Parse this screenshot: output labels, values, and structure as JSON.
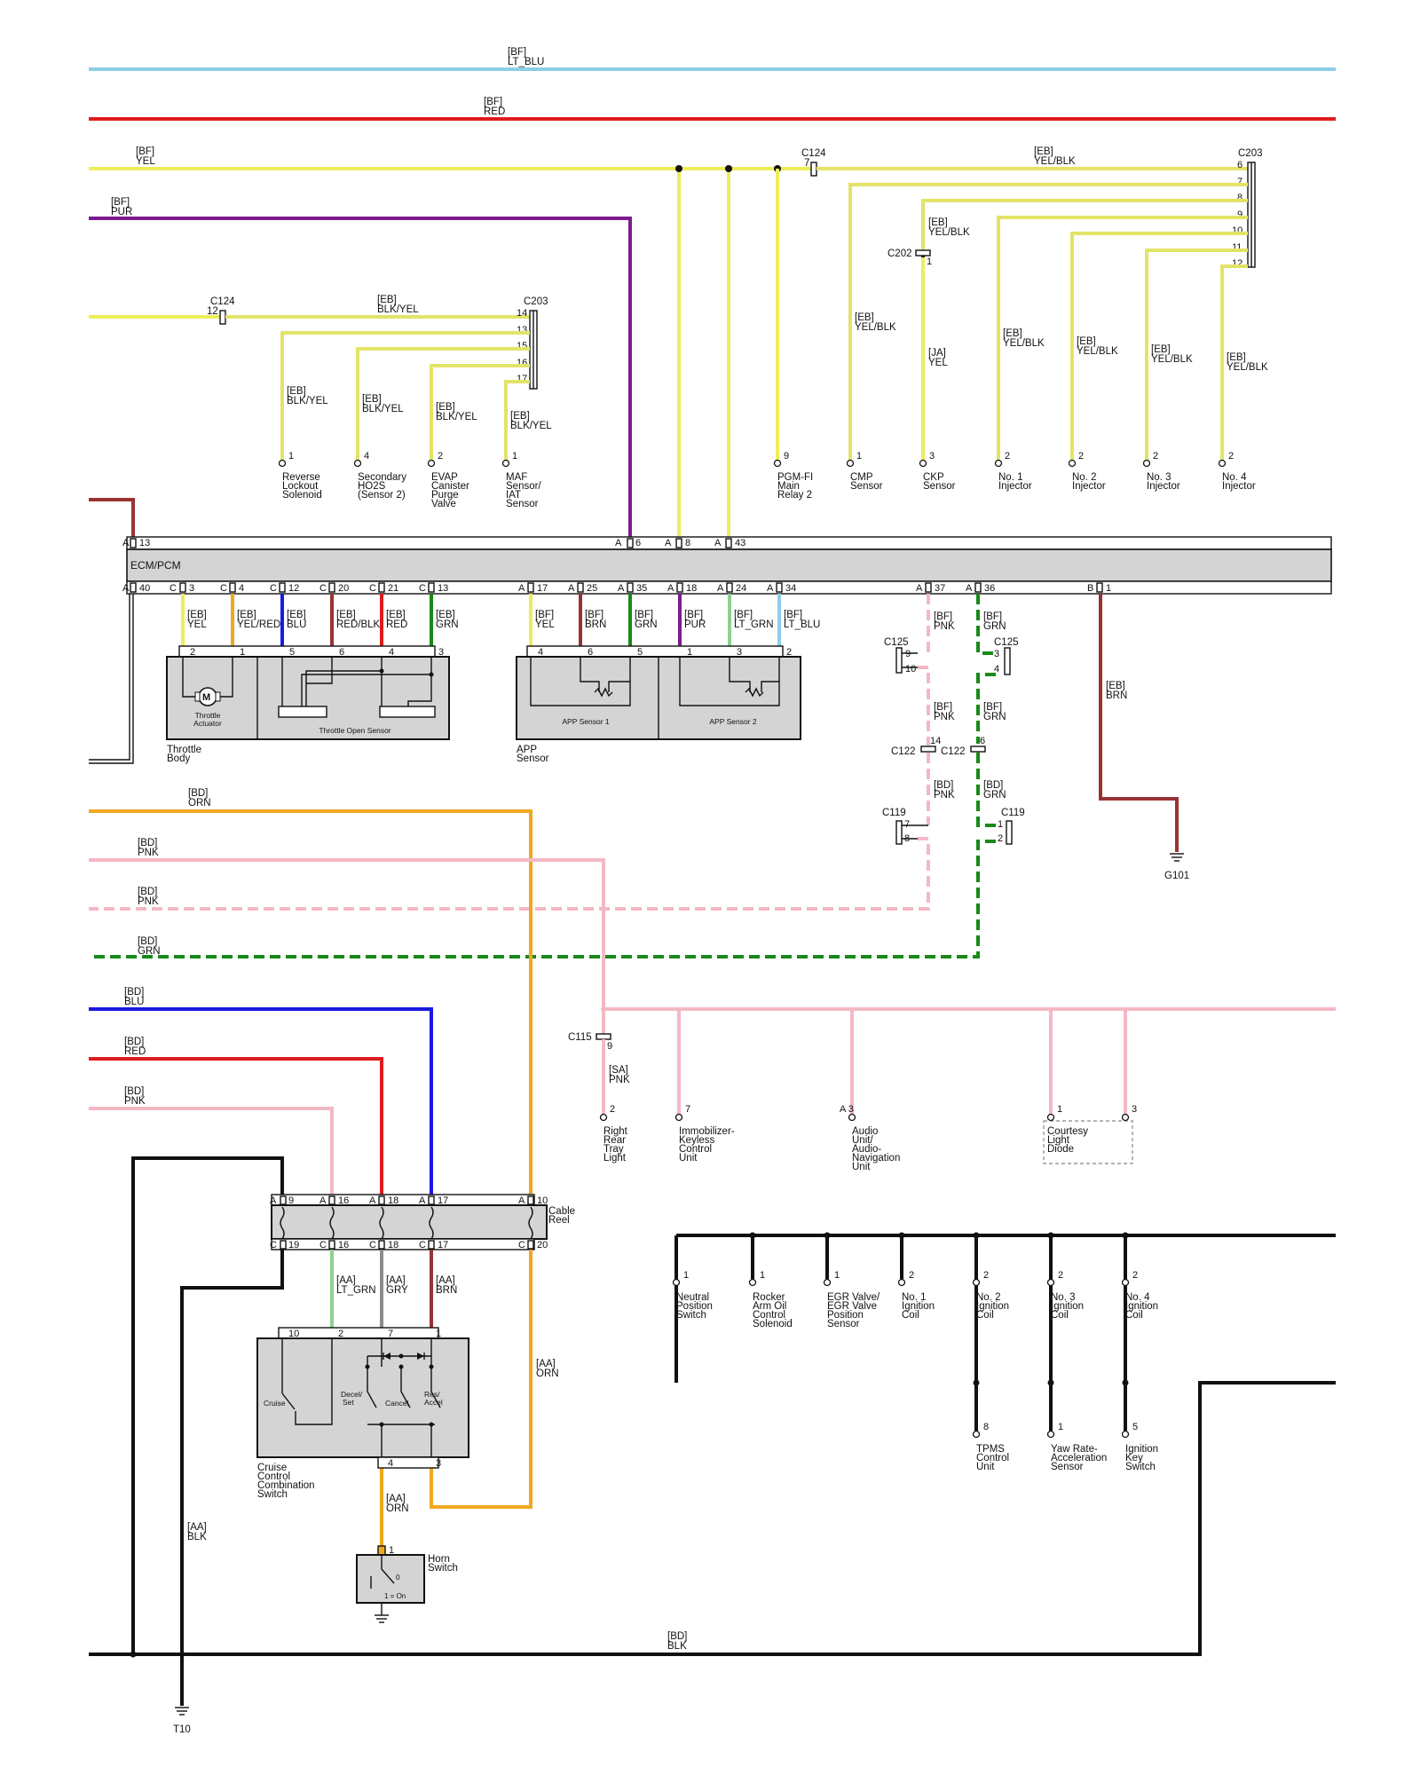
{
  "colors": {
    "lt_blu": "#8ecde8",
    "red": "#dd1c1c",
    "yel": "#eded5c",
    "yel_blk_core": "#e3e36a",
    "pur": "#7b1c8e",
    "orn": "#f0a820",
    "pnk": "#f4b8c4",
    "grn": "#178a17",
    "blu": "#1a1ae0",
    "brn": "#993333",
    "blk": "#111111",
    "gry": "#8c8c8c",
    "lt_grn": "#8ed08e",
    "module": "#d4d4d4"
  },
  "wire_labels": {
    "bf_lt_blu": [
      "[BF]",
      "LT_BLU"
    ],
    "bf_red": [
      "[BF]",
      "RED"
    ],
    "bf_yel": [
      "[BF]",
      "YEL"
    ],
    "bf_pur": [
      "[BF]",
      "PUR"
    ],
    "c124_top": [
      "C124",
      "7"
    ],
    "eb_yel_blk_top": [
      "[EB]",
      "YEL/BLK"
    ],
    "c203_top": "C203",
    "c203_top_pins": [
      "6",
      "7",
      "8",
      "9",
      "10",
      "11",
      "12"
    ],
    "eb_yel_blk_ckp": [
      "[EB]",
      "YEL/BLK"
    ],
    "c202": [
      "C202",
      "1"
    ],
    "c124_mid": [
      "C124",
      "12"
    ],
    "eb_blk_yel_mid": [
      "[EB]",
      "BLK/YEL"
    ],
    "c203_mid": "C203",
    "c203_mid_pins": [
      "14",
      "13",
      "15",
      "16",
      "17"
    ],
    "eb_blk_yel_1": [
      "[EB]",
      "BLK/YEL"
    ],
    "eb_blk_yel_2": [
      "[EB]",
      "BLK/YEL"
    ],
    "eb_blk_yel_3": [
      "[EB]",
      "BLK/YEL"
    ],
    "eb_blk_yel_4": [
      "[EB]",
      "BLK/YEL"
    ],
    "eb_yel_blk_cmp": [
      "[EB]",
      "YEL/BLK"
    ],
    "ja_yel": [
      "[JA]",
      "YEL"
    ],
    "eb_yel_blk_inj1": [
      "[EB]",
      "YEL/BLK"
    ],
    "eb_yel_blk_inj2": [
      "[EB]",
      "YEL/BLK"
    ],
    "eb_yel_blk_inj3": [
      "[EB]",
      "YEL/BLK"
    ],
    "eb_yel_blk_inj4": [
      "[EB]",
      "YEL/BLK"
    ]
  },
  "components_top": [
    {
      "pin": "1",
      "name": [
        "Reverse",
        "Lockout",
        "Solenoid"
      ]
    },
    {
      "pin": "4",
      "name": [
        "Secondary",
        "HO2S",
        "(Sensor 2)"
      ]
    },
    {
      "pin": "2",
      "name": [
        "EVAP",
        "Canister",
        "Purge",
        "Valve"
      ]
    },
    {
      "pin": "1",
      "name": [
        "MAF",
        "Sensor/",
        "IAT",
        "Sensor"
      ]
    },
    {
      "pin": "9",
      "name": [
        "PGM-FI",
        "Main",
        "Relay 2"
      ]
    },
    {
      "pin": "1",
      "name": [
        "CMP",
        "Sensor"
      ]
    },
    {
      "pin": "3",
      "name": [
        "CKP",
        "Sensor"
      ]
    },
    {
      "pin": "2",
      "name": [
        "No. 1",
        "Injector"
      ]
    },
    {
      "pin": "2",
      "name": [
        "No. 2",
        "Injector"
      ]
    },
    {
      "pin": "2",
      "name": [
        "No. 3",
        "Injector"
      ]
    },
    {
      "pin": "2",
      "name": [
        "No. 4",
        "Injector"
      ]
    }
  ],
  "ecm": {
    "title": "ECM/PCM",
    "top_pins": [
      {
        "conn": "A",
        "num": "13"
      },
      {
        "conn": "A",
        "num": "6"
      },
      {
        "conn": "A",
        "num": "8"
      },
      {
        "conn": "A",
        "num": "43"
      }
    ],
    "bottom_pins": [
      {
        "conn": "A",
        "num": "40"
      },
      {
        "conn": "C",
        "num": "3"
      },
      {
        "conn": "C",
        "num": "4"
      },
      {
        "conn": "C",
        "num": "12"
      },
      {
        "conn": "C",
        "num": "20"
      },
      {
        "conn": "C",
        "num": "21"
      },
      {
        "conn": "C",
        "num": "13"
      },
      {
        "conn": "A",
        "num": "17"
      },
      {
        "conn": "A",
        "num": "25"
      },
      {
        "conn": "A",
        "num": "35"
      },
      {
        "conn": "A",
        "num": "18"
      },
      {
        "conn": "A",
        "num": "24"
      },
      {
        "conn": "A",
        "num": "34"
      },
      {
        "conn": "A",
        "num": "37"
      },
      {
        "conn": "A",
        "num": "36"
      },
      {
        "conn": "B",
        "num": "1"
      }
    ]
  },
  "ecm_wire_labels": [
    [
      "[EB]",
      "YEL"
    ],
    [
      "[EB]",
      "YEL/RED"
    ],
    [
      "[EB]",
      "BLU"
    ],
    [
      "[EB]",
      "RED/BLK"
    ],
    [
      "[EB]",
      "RED"
    ],
    [
      "[EB]",
      "GRN"
    ],
    [
      "[BF]",
      "YEL"
    ],
    [
      "[BF]",
      "BRN"
    ],
    [
      "[BF]",
      "GRN"
    ],
    [
      "[BF]",
      "PUR"
    ],
    [
      "[BF]",
      "LT_GRN"
    ],
    [
      "[BF]",
      "LT_BLU"
    ]
  ],
  "throttle_body": {
    "pins": [
      "2",
      "1",
      "5",
      "6",
      "4",
      "3"
    ],
    "actuator": [
      "Throttle",
      "Actuator"
    ],
    "sensor": "Throttle Open Sensor",
    "name": [
      "Throttle",
      "Body"
    ]
  },
  "app_sensor": {
    "pins": [
      "4",
      "6",
      "5",
      "1",
      "3",
      "2"
    ],
    "sensor1": "APP Sensor 1",
    "sensor2": "APP Sensor 2",
    "name": [
      "APP",
      "Sensor"
    ]
  },
  "right_column": {
    "bf_pnk_1": [
      "[BF]",
      "PNK"
    ],
    "bf_grn_1": [
      "[BF]",
      "GRN"
    ],
    "c125_left": [
      "C125",
      "9",
      "10"
    ],
    "c125_right": [
      "C125",
      "3",
      "4"
    ],
    "bf_pnk_2": [
      "[BF]",
      "PNK"
    ],
    "bf_grn_2": [
      "[BF]",
      "GRN"
    ],
    "c122_left": [
      "C122",
      "14"
    ],
    "c122_right": [
      "C122",
      "6"
    ],
    "bd_pnk": [
      "[BD]",
      "PNK"
    ],
    "bd_grn": [
      "[BD]",
      "GRN"
    ],
    "c119_left": [
      "C119",
      "7",
      "8"
    ],
    "c119_right": [
      "C119",
      "1",
      "2"
    ],
    "eb_brn": [
      "[EB]",
      "BRN"
    ],
    "ground": "G101"
  },
  "mid_wires": {
    "bd_orn": [
      "[BD]",
      "ORN"
    ],
    "bd_pnk_a": [
      "[BD]",
      "PNK"
    ],
    "bd_pnk_b": [
      "[BD]",
      "PNK"
    ],
    "bd_grn": [
      "[BD]",
      "GRN"
    ],
    "bd_blu": [
      "[BD]",
      "BLU"
    ],
    "bd_red": [
      "[BD]",
      "RED"
    ],
    "bd_pnk_c": [
      "[BD]",
      "PNK"
    ]
  },
  "pnk_bus": {
    "c115": [
      "C115",
      "9"
    ],
    "sa_pnk": [
      "[SA]",
      "PNK"
    ],
    "loads": [
      {
        "pin": "2",
        "name": [
          "Right",
          "Rear",
          "Tray",
          "Light"
        ]
      },
      {
        "pin": "7",
        "name": [
          "Immobilizer-",
          "Keyless",
          "Control",
          "Unit"
        ]
      },
      {
        "pin": "A 3",
        "name": [
          "Audio",
          "Unit/",
          "Audio-",
          "Navigation",
          "Unit"
        ]
      },
      {
        "pin": "1",
        "name": [
          "Courtesy",
          "Light",
          "Diode"
        ]
      },
      {
        "pin": "3",
        "name": []
      }
    ]
  },
  "cable_reel": {
    "name": [
      "Cable",
      "Reel"
    ],
    "top_pins": [
      {
        "conn": "A",
        "num": "9"
      },
      {
        "conn": "A",
        "num": "16"
      },
      {
        "conn": "A",
        "num": "18"
      },
      {
        "conn": "A",
        "num": "17"
      },
      {
        "conn": "A",
        "num": "10"
      }
    ],
    "bottom_pins": [
      {
        "conn": "C",
        "num": "19"
      },
      {
        "conn": "C",
        "num": "16"
      },
      {
        "conn": "C",
        "num": "18"
      },
      {
        "conn": "C",
        "num": "17"
      },
      {
        "conn": "C",
        "num": "20"
      }
    ]
  },
  "aa_labels": {
    "lt_grn": [
      "[AA]",
      "LT_GRN"
    ],
    "gry": [
      "[AA]",
      "GRY"
    ],
    "brn": [
      "[AA]",
      "BRN"
    ],
    "orn_right": [
      "[AA]",
      "ORN"
    ],
    "orn_horn": [
      "[AA]",
      "ORN"
    ],
    "blk": [
      "[AA]",
      "BLK"
    ]
  },
  "cruise_switch": {
    "pins_top": [
      "10",
      "2",
      "7",
      "1"
    ],
    "pins_bottom": [
      "4",
      "3"
    ],
    "cruise": "Cruise",
    "decel": [
      "Decel/",
      "Set"
    ],
    "cancel": "Cancel",
    "res": [
      "Res/",
      "Accel"
    ],
    "name": [
      "Cruise",
      "Control",
      "Combination",
      "Switch"
    ]
  },
  "horn_switch": {
    "pin": "1",
    "name": [
      "Horn",
      "Switch"
    ],
    "off": "0",
    "on": "1 = On"
  },
  "blk_bus_1": [
    {
      "pin": "1",
      "name": [
        "Neutral",
        "Position",
        "Switch"
      ]
    },
    {
      "pin": "1",
      "name": [
        "Rocker",
        "Arm Oil",
        "Control",
        "Solenoid"
      ]
    },
    {
      "pin": "1",
      "name": [
        "EGR Valve/",
        "EGR Valve",
        "Position",
        "Sensor"
      ]
    },
    {
      "pin": "2",
      "name": [
        "No. 1",
        "Ignition",
        "Coil"
      ]
    },
    {
      "pin": "2",
      "name": [
        "No. 2",
        "Ignition",
        "Coil"
      ]
    },
    {
      "pin": "2",
      "name": [
        "No. 3",
        "Ignition",
        "Coil"
      ]
    },
    {
      "pin": "2",
      "name": [
        "No. 4",
        "Ignition",
        "Coil"
      ]
    }
  ],
  "blk_bus_2": [
    {
      "pin": "8",
      "name": [
        "TPMS",
        "Control",
        "Unit"
      ]
    },
    {
      "pin": "1",
      "name": [
        "Yaw Rate-",
        "Acceleration",
        "Sensor"
      ]
    },
    {
      "pin": "5",
      "name": [
        "Ignition",
        "Key",
        "Switch"
      ]
    }
  ],
  "bottom": {
    "bd_blk": [
      "[BD]",
      "BLK"
    ],
    "ground": "T10"
  }
}
